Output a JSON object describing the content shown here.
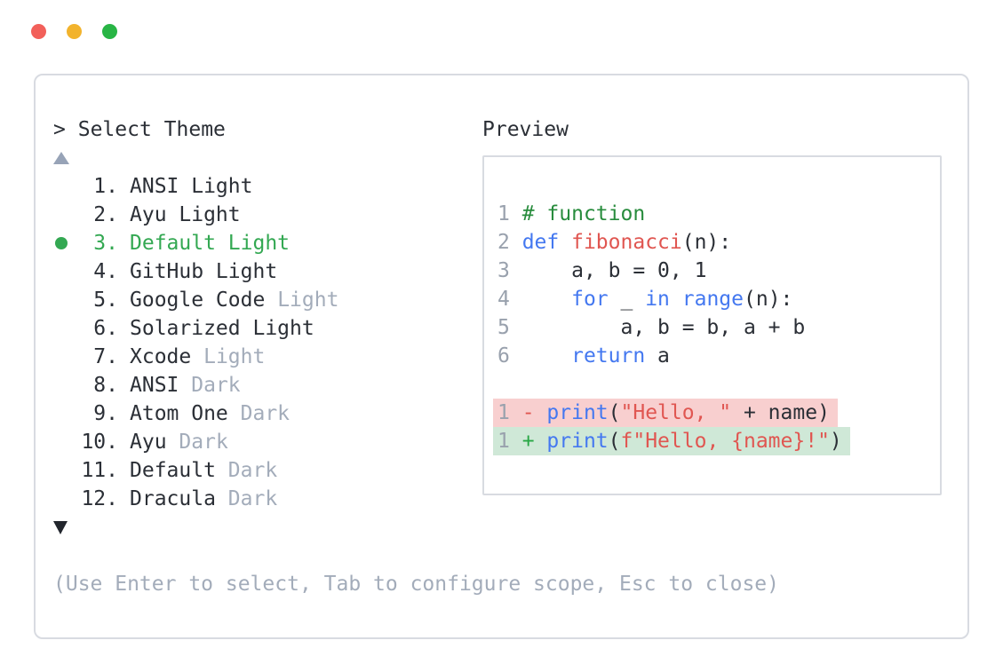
{
  "window": {
    "traffic_lights": [
      {
        "name": "close-button",
        "color": "#f2605a"
      },
      {
        "name": "minimize-button",
        "color": "#f2b32d"
      },
      {
        "name": "zoom-button",
        "color": "#28b545"
      }
    ]
  },
  "theme_selector": {
    "prompt_prefix": ">",
    "title": "Select Theme",
    "scroll_up_icon": "up-triangle",
    "scroll_down_icon": "down-triangle",
    "items": [
      {
        "number": "1.",
        "label": "ANSI Light",
        "muted": "",
        "selected": false
      },
      {
        "number": "2.",
        "label": "Ayu Light",
        "muted": "",
        "selected": false
      },
      {
        "number": "3.",
        "label": "Default Light",
        "muted": "",
        "selected": true
      },
      {
        "number": "4.",
        "label": "GitHub Light",
        "muted": "",
        "selected": false
      },
      {
        "number": "5.",
        "label": "Google Code",
        "muted": "Light",
        "selected": false
      },
      {
        "number": "6.",
        "label": "Solarized Light",
        "muted": "",
        "selected": false
      },
      {
        "number": "7.",
        "label": "Xcode",
        "muted": "Light",
        "selected": false
      },
      {
        "number": "8.",
        "label": "ANSI",
        "muted": "Dark",
        "selected": false
      },
      {
        "number": "9.",
        "label": "Atom One",
        "muted": "Dark",
        "selected": false
      },
      {
        "number": "10.",
        "label": "Ayu",
        "muted": "Dark",
        "selected": false
      },
      {
        "number": "11.",
        "label": "Default",
        "muted": "Dark",
        "selected": false
      },
      {
        "number": "12.",
        "label": "Dracula",
        "muted": "Dark",
        "selected": false
      }
    ],
    "hint": "(Use Enter to select, Tab to configure scope, Esc to close)"
  },
  "preview": {
    "title": "Preview",
    "code_lines": [
      {
        "num": "1",
        "tokens": [
          {
            "text": "# function",
            "type": "comment"
          }
        ]
      },
      {
        "num": "2",
        "tokens": [
          {
            "text": "def",
            "type": "keyword"
          },
          {
            "text": " ",
            "type": "plain"
          },
          {
            "text": "fibonacci",
            "type": "name"
          },
          {
            "text": "(n):",
            "type": "plain"
          }
        ]
      },
      {
        "num": "3",
        "tokens": [
          {
            "text": "    a, b = 0, 1",
            "type": "plain"
          }
        ]
      },
      {
        "num": "4",
        "tokens": [
          {
            "text": "    ",
            "type": "plain"
          },
          {
            "text": "for",
            "type": "keyword"
          },
          {
            "text": " _ ",
            "type": "plain"
          },
          {
            "text": "in",
            "type": "keyword"
          },
          {
            "text": " ",
            "type": "plain"
          },
          {
            "text": "range",
            "type": "keyword"
          },
          {
            "text": "(n):",
            "type": "plain"
          }
        ]
      },
      {
        "num": "5",
        "tokens": [
          {
            "text": "        a, b = b, a + b",
            "type": "plain"
          }
        ]
      },
      {
        "num": "6",
        "tokens": [
          {
            "text": "    ",
            "type": "plain"
          },
          {
            "text": "return",
            "type": "keyword"
          },
          {
            "text": " a",
            "type": "plain"
          }
        ]
      },
      {
        "num": "",
        "blank": true,
        "tokens": []
      },
      {
        "num": "1",
        "diff": "removed",
        "tokens": [
          {
            "text": "- ",
            "type": "removed-sign"
          },
          {
            "text": "print",
            "type": "keyword"
          },
          {
            "text": "(",
            "type": "plain"
          },
          {
            "text": "\"Hello, \"",
            "type": "string"
          },
          {
            "text": " + name)",
            "type": "plain"
          }
        ]
      },
      {
        "num": "1",
        "diff": "added",
        "tokens": [
          {
            "text": "+ ",
            "type": "added-sign"
          },
          {
            "text": "print",
            "type": "keyword"
          },
          {
            "text": "(",
            "type": "plain"
          },
          {
            "text": "f\"Hello, {name}!\"",
            "type": "string"
          },
          {
            "text": ")",
            "type": "plain"
          }
        ]
      }
    ]
  },
  "colors": {
    "text_dark": "#2b2f36",
    "text_muted": "#a3acba",
    "accent_green": "#33a852",
    "panel_border": "#d8dbe1",
    "line_number_gray": "#99a1ad",
    "code_keyword_blue": "#4478f0",
    "code_name_red": "#e05651",
    "code_string_red": "#e05651",
    "code_comment_green": "#288c3d",
    "diff_removed_bg": "#f8cfcf",
    "diff_added_bg": "#cfe8d7",
    "diff_minus_sign": "#e05651",
    "diff_plus_sign": "#28a745",
    "traffic_red": "#f2605a",
    "traffic_yellow": "#f2b32d",
    "traffic_green": "#28b545"
  }
}
